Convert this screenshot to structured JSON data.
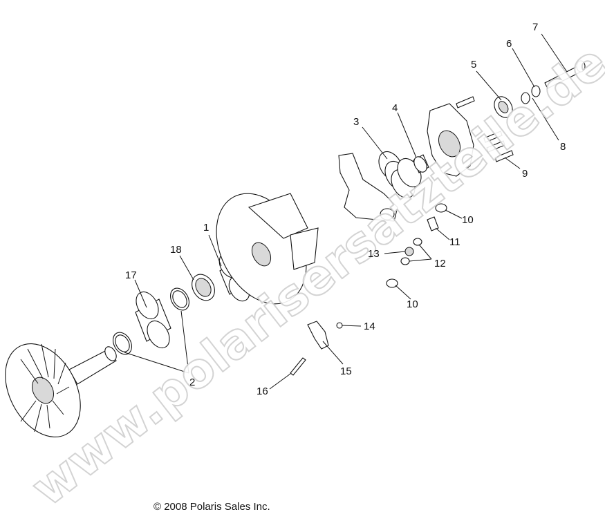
{
  "callouts": {
    "c1": "1",
    "c2": "2",
    "c3": "3",
    "c4": "4",
    "c5": "5",
    "c6": "6",
    "c7": "7",
    "c8": "8",
    "c9": "9",
    "c10a": "10",
    "c10b": "10",
    "c11": "11",
    "c12": "12",
    "c13": "13",
    "c14": "14",
    "c15": "15",
    "c16": "16",
    "c17": "17",
    "c18": "18"
  },
  "copyright": "© 2008 Polaris Sales Inc.",
  "watermark": "www.polarisersatzteile.de"
}
